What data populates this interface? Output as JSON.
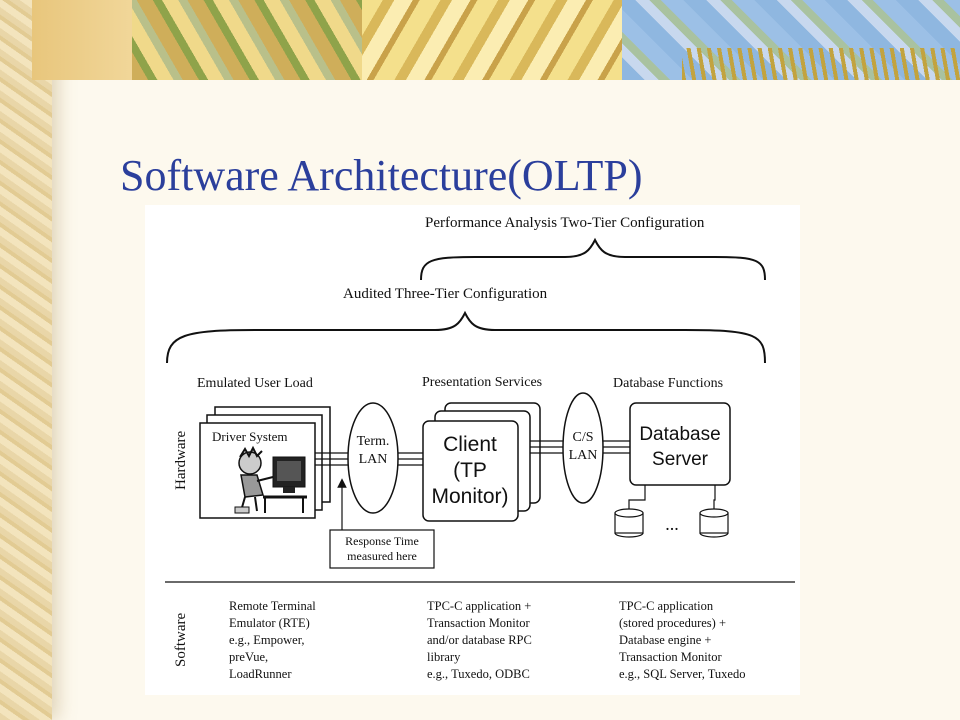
{
  "slide": {
    "title": "Software Architecture(OLTP)"
  },
  "diagram": {
    "brace_top_label": "Performance Analysis Two-Tier Configuration",
    "brace_mid_label": "Audited Three-Tier Configuration",
    "hardware_label": "Hardware",
    "software_label": "Software",
    "columns": {
      "emulated": "Emulated User Load",
      "presentation": "Presentation Services",
      "database": "Database Functions"
    },
    "driver_label": "Driver System",
    "term_lan": [
      "Term.",
      "LAN"
    ],
    "client": [
      "Client",
      "(TP",
      "Monitor)"
    ],
    "cs_lan": [
      "C/S",
      "LAN"
    ],
    "db_server": [
      "Database",
      "Server"
    ],
    "ellipsis": "...",
    "response": [
      "Response Time",
      "measured here"
    ],
    "software_rows": {
      "rte": [
        "Remote Terminal",
        "Emulator (RTE)",
        "e.g., Empower,",
        "preVue,",
        "LoadRunner"
      ],
      "tpc": [
        "TPC-C application +",
        "Transaction Monitor",
        "and/or database RPC",
        "library",
        "e.g., Tuxedo, ODBC"
      ],
      "db": [
        "TPC-C application",
        "(stored procedures) +",
        "Database engine +",
        "Transaction Monitor",
        "e.g., SQL Server, Tuxedo"
      ]
    }
  }
}
